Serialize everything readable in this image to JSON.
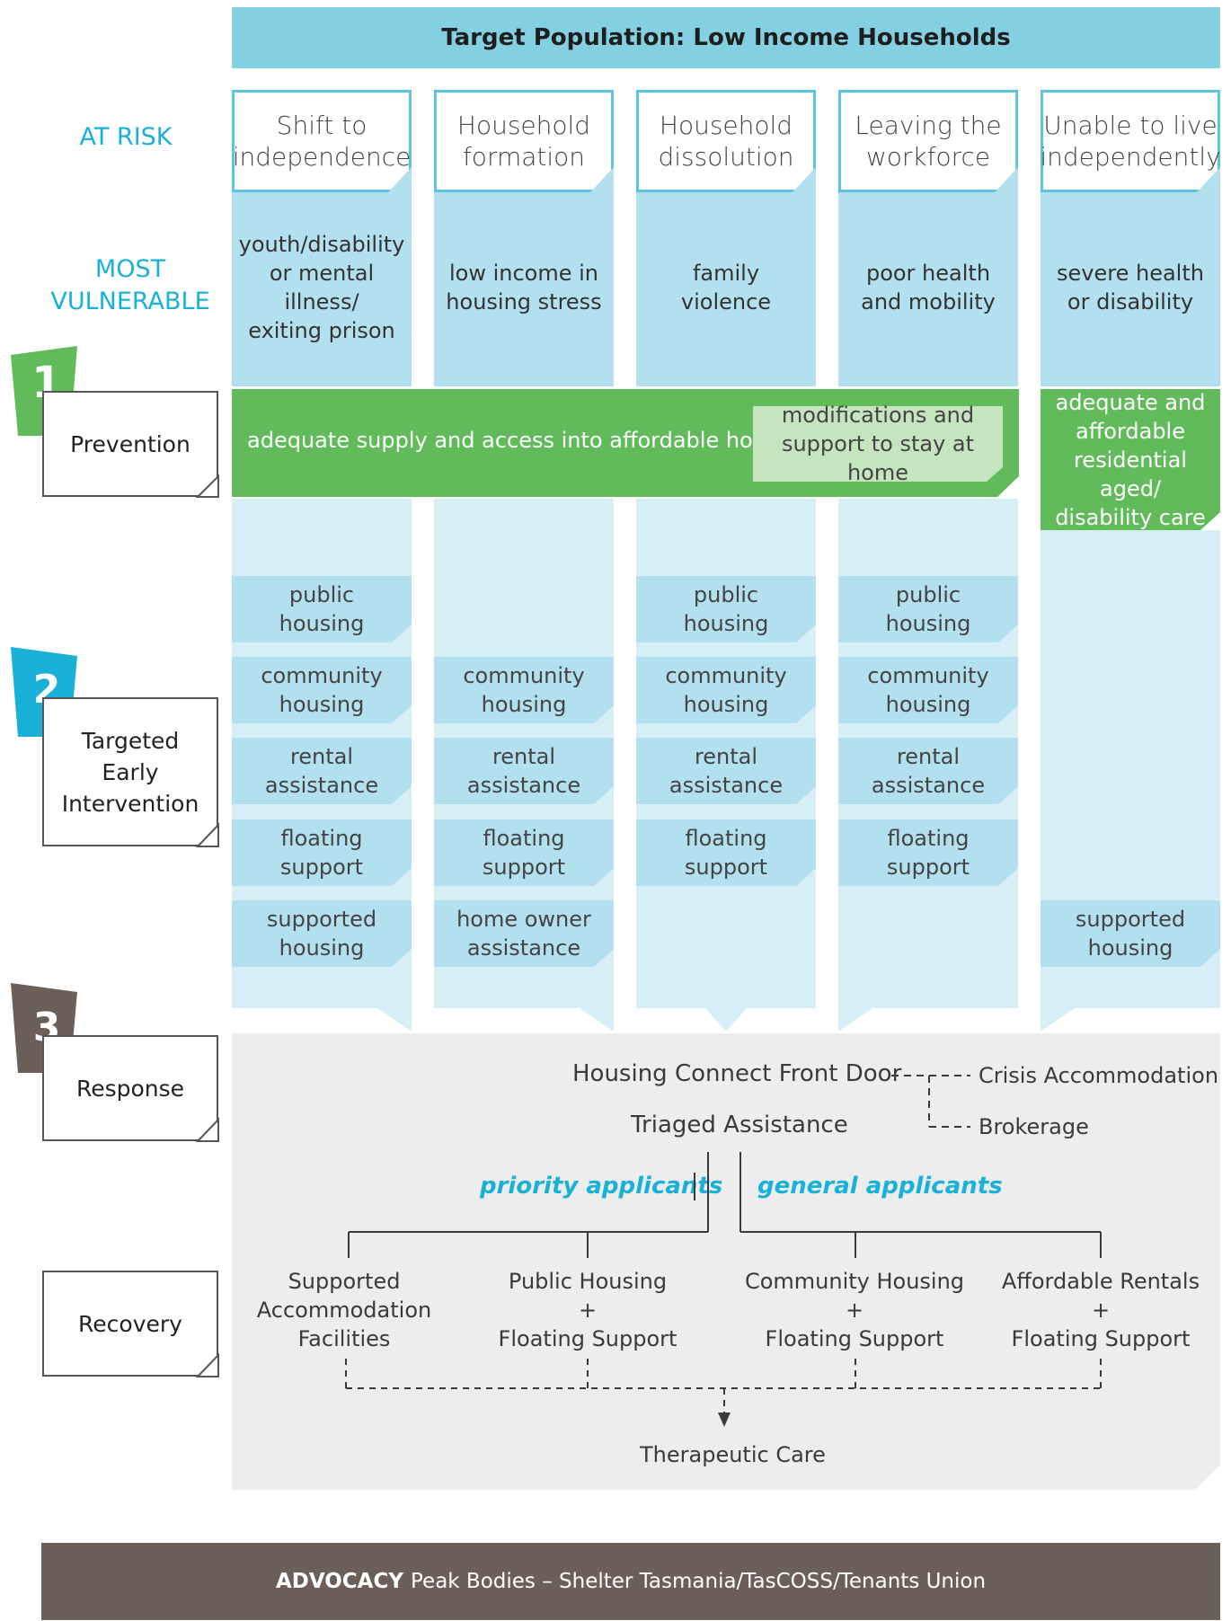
{
  "title": "Target Population: Low Income Households",
  "row_labels": {
    "at_risk": "AT RISK",
    "most_vulnerable_1": "MOST",
    "most_vulnerable_2": "VULNERABLE"
  },
  "columns": [
    {
      "at_risk_1": "Shift to",
      "at_risk_2": "independence",
      "vuln_1": "youth/disability",
      "vuln_2": "or mental illness/",
      "vuln_3": "exiting prison"
    },
    {
      "at_risk_1": "Household",
      "at_risk_2": "formation",
      "vuln_1": "low income in",
      "vuln_2": "housing stress",
      "vuln_3": ""
    },
    {
      "at_risk_1": "Household",
      "at_risk_2": "dissolution",
      "vuln_1": "family",
      "vuln_2": "violence",
      "vuln_3": ""
    },
    {
      "at_risk_1": "Leaving the",
      "at_risk_2": "workforce",
      "vuln_1": "poor health",
      "vuln_2": "and mobility",
      "vuln_3": ""
    },
    {
      "at_risk_1": "Unable to live",
      "at_risk_2": "independently",
      "vuln_1": "severe health",
      "vuln_2": "or disability",
      "vuln_3": ""
    }
  ],
  "stages": {
    "s1_num": "1",
    "s1_label": "Prevention",
    "s2_num": "2",
    "s2_label_1": "Targeted",
    "s2_label_2": "Early",
    "s2_label_3": "Intervention",
    "s3_num": "3",
    "s3_label": "Response",
    "s4_label": "Recovery"
  },
  "prevention": {
    "main": "adequate supply and access into affordable homes",
    "mod_1": "modifications and",
    "mod_2": "support to stay at home",
    "aged_1": "adequate and",
    "aged_2": "affordable",
    "aged_3": "residential aged/",
    "aged_4": "disability care"
  },
  "services": {
    "public_1": "public",
    "public_2": "housing",
    "community_1": "community",
    "community_2": "housing",
    "rental_1": "rental",
    "rental_2": "assistance",
    "floating_1": "floating",
    "floating_2": "support",
    "supported_1": "supported",
    "supported_2": "housing",
    "homeowner_1": "home owner",
    "homeowner_2": "assistance"
  },
  "response": {
    "front_door": "Housing Connect Front Door",
    "crisis": "Crisis Accommodation",
    "brokerage": "Brokerage",
    "triaged": "Triaged Assistance",
    "priority": "priority applicants",
    "general": "general applicants"
  },
  "recovery": {
    "r1_1": "Supported",
    "r1_2": "Accommodation",
    "r1_3": "Facilities",
    "r2_1": "Public Housing",
    "r2_2": "+",
    "r2_3": "Floating Support",
    "r3_1": "Community Housing",
    "r3_2": "+",
    "r3_3": "Floating Support",
    "r4_1": "Affordable Rentals",
    "r4_2": "+",
    "r4_3": "Floating Support",
    "therapeutic": "Therapeutic Care"
  },
  "advocacy": {
    "bold": "ADVOCACY",
    "text": "Peak Bodies – Shelter Tasmania/TasCOSS/Tenants Union"
  },
  "colors": {
    "title_blue": "#84d0e3",
    "label_cyan": "#19b1d8",
    "column_blue": "#b2e0ee",
    "prevention_green": "#62bb5b",
    "response_grey": "#eeeded",
    "advocacy_brown": "#6b5f58"
  }
}
